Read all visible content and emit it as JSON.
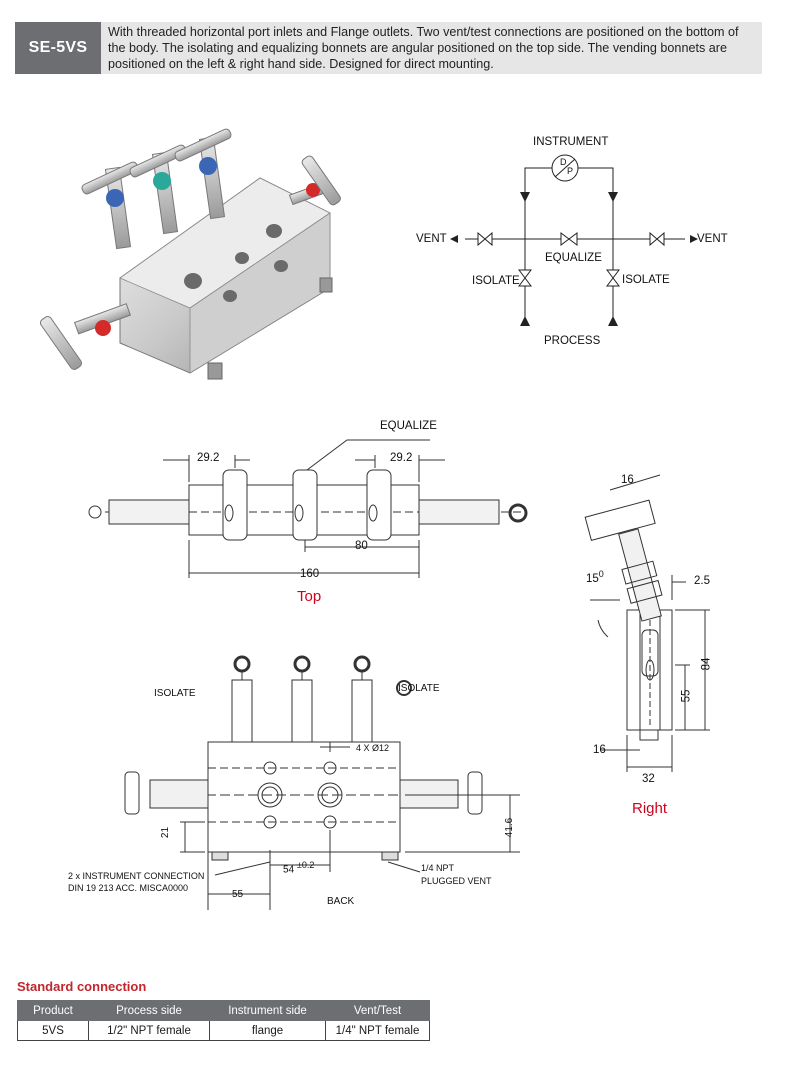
{
  "header": {
    "badge": "SE-5VS",
    "description": "With threaded horizontal port inlets and Flange outlets. Two vent/test connections are positioned on the bottom of the body. The isolating and equalizing bonnets are angular positioned on the top side. The vending bonnets are positioned on the left & right hand side. Designed for direct mounting."
  },
  "schematic": {
    "instrument": "INSTRUMENT",
    "d": "D",
    "p": "P",
    "vent_left": "VENT",
    "vent_right": "VENT",
    "equalize": "EQUALIZE",
    "isolate_left": "ISOLATE",
    "isolate_right": "ISOLATE",
    "process": "PROCESS"
  },
  "top_view": {
    "equalize": "EQUALIZE",
    "dim_left": "29.2",
    "dim_right": "29.2",
    "dim_80": "80",
    "dim_160": "160",
    "caption": "Top"
  },
  "right_view": {
    "dim_16_top": "16",
    "angle": "15",
    "angle_unit": "0",
    "dim_2_5": "2.5",
    "dim_84": "84",
    "dim_55": "55",
    "dim_16_bottom": "16",
    "dim_32": "32",
    "caption": "Right"
  },
  "back_view": {
    "isolate_left": "ISOLATE",
    "isolate_right": "ISOLATE",
    "holes": "4 X Ø12",
    "dim_21": "21",
    "dim_41_6": "41.6",
    "dim_54": "54",
    "dim_54_tol": "±0.2",
    "instr_conn_1": "2 x INSTRUMENT CONNECTION",
    "instr_conn_2": "DIN 19 213 ACC. MISCA0000",
    "dim_55": "55",
    "npt_1": "1/4 NPT",
    "npt_2": "PLUGGED VENT",
    "caption": "BACK"
  },
  "standard_connection": {
    "title": "Standard connection",
    "headers": [
      "Product",
      "Process side",
      "Instrument side",
      "Vent/Test"
    ],
    "rows": [
      [
        "5VS",
        "1/2\" NPT female",
        "flange",
        "1/4\" NPT female"
      ]
    ]
  }
}
